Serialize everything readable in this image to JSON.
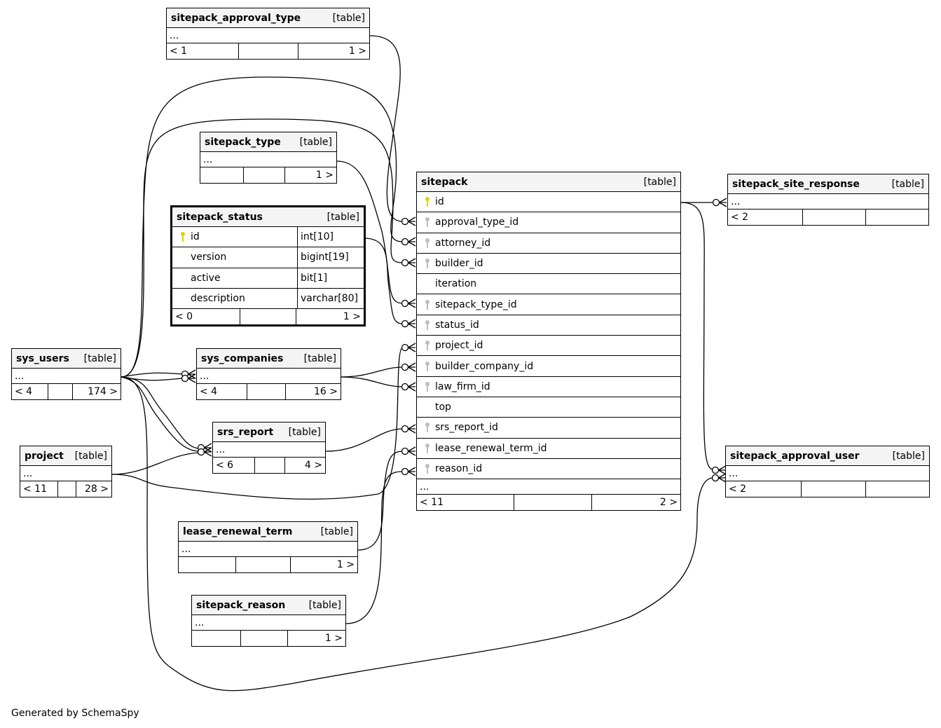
{
  "diagram": {
    "generator_note": "Generated by SchemaSpy",
    "colors": {
      "primary_key": "#e0d400",
      "foreign_key": "#bdbdbd",
      "header_bg": "#f4f4f4",
      "line": "#000000"
    },
    "tables": {
      "sitepack_approval_type": {
        "name": "sitepack_approval_type",
        "kind": "[table]",
        "ellipsis": "...",
        "parents": "< 1",
        "mid": "",
        "children": "1 >"
      },
      "sitepack_type": {
        "name": "sitepack_type",
        "kind": "[table]",
        "ellipsis": "...",
        "parents": "",
        "mid": "",
        "children": "1 >"
      },
      "sitepack_status": {
        "name": "sitepack_status",
        "kind": "[table]",
        "columns": [
          {
            "name": "id",
            "type": "int[10]",
            "key": "primary"
          },
          {
            "name": "version",
            "type": "bigint[19]",
            "key": ""
          },
          {
            "name": "active",
            "type": "bit[1]",
            "key": ""
          },
          {
            "name": "description",
            "type": "varchar[80]",
            "key": ""
          }
        ],
        "parents": "< 0",
        "mid": "",
        "children": "1 >"
      },
      "sys_users": {
        "name": "sys_users",
        "kind": "[table]",
        "ellipsis": "...",
        "parents": "< 4",
        "mid": "",
        "children": "174 >"
      },
      "sys_companies": {
        "name": "sys_companies",
        "kind": "[table]",
        "ellipsis": "...",
        "parents": "< 4",
        "mid": "",
        "children": "16 >"
      },
      "srs_report": {
        "name": "srs_report",
        "kind": "[table]",
        "ellipsis": "...",
        "parents": "< 6",
        "mid": "",
        "children": "4 >"
      },
      "project": {
        "name": "project",
        "kind": "[table]",
        "ellipsis": "...",
        "parents": "< 11",
        "mid": "",
        "children": "28 >"
      },
      "lease_renewal_term": {
        "name": "lease_renewal_term",
        "kind": "[table]",
        "ellipsis": "...",
        "parents": "",
        "mid": "",
        "children": "1 >"
      },
      "sitepack_reason": {
        "name": "sitepack_reason",
        "kind": "[table]",
        "ellipsis": "...",
        "parents": "",
        "mid": "",
        "children": "1 >"
      },
      "sitepack": {
        "name": "sitepack",
        "kind": "[table]",
        "columns": [
          {
            "name": "id",
            "key": "primary"
          },
          {
            "name": "approval_type_id",
            "key": "foreign"
          },
          {
            "name": "attorney_id",
            "key": "foreign"
          },
          {
            "name": "builder_id",
            "key": "foreign"
          },
          {
            "name": "iteration",
            "key": ""
          },
          {
            "name": "sitepack_type_id",
            "key": "foreign"
          },
          {
            "name": "status_id",
            "key": "foreign"
          },
          {
            "name": "project_id",
            "key": "foreign"
          },
          {
            "name": "builder_company_id",
            "key": "foreign"
          },
          {
            "name": "law_firm_id",
            "key": "foreign"
          },
          {
            "name": "top",
            "key": ""
          },
          {
            "name": "srs_report_id",
            "key": "foreign"
          },
          {
            "name": "lease_renewal_term_id",
            "key": "foreign"
          },
          {
            "name": "reason_id",
            "key": "foreign"
          }
        ],
        "ellipsis": "...",
        "parents": "< 11",
        "mid": "",
        "children": "2 >"
      },
      "sitepack_site_response": {
        "name": "sitepack_site_response",
        "kind": "[table]",
        "ellipsis": "...",
        "parents": "< 2",
        "mid": "",
        "children": ""
      },
      "sitepack_approval_user": {
        "name": "sitepack_approval_user",
        "kind": "[table]",
        "ellipsis": "...",
        "parents": "< 2",
        "mid": "",
        "children": ""
      }
    },
    "relationships": [
      {
        "from": "sitepack_approval_type",
        "to": "sitepack.approval_type_id"
      },
      {
        "from": "sys_users",
        "to": "sitepack.attorney_id"
      },
      {
        "from": "sys_users",
        "to": "sitepack.builder_id"
      },
      {
        "from": "sitepack_type",
        "to": "sitepack.sitepack_type_id"
      },
      {
        "from": "sitepack_status.id",
        "to": "sitepack.status_id"
      },
      {
        "from": "project",
        "to": "sitepack.project_id"
      },
      {
        "from": "sys_companies",
        "to": "sitepack.builder_company_id"
      },
      {
        "from": "sys_companies",
        "to": "sitepack.law_firm_id"
      },
      {
        "from": "srs_report",
        "to": "sitepack.srs_report_id"
      },
      {
        "from": "lease_renewal_term",
        "to": "sitepack.lease_renewal_term_id"
      },
      {
        "from": "sitepack_reason",
        "to": "sitepack.reason_id"
      },
      {
        "from": "sitepack.id",
        "to": "sitepack_site_response"
      },
      {
        "from": "sitepack.id",
        "to": "sitepack_approval_user"
      },
      {
        "from": "sys_users",
        "to": "sitepack_approval_user"
      },
      {
        "from": "sys_users",
        "to": "sys_companies"
      },
      {
        "from": "sys_users",
        "to": "srs_report"
      },
      {
        "from": "project",
        "to": "srs_report"
      }
    ]
  }
}
